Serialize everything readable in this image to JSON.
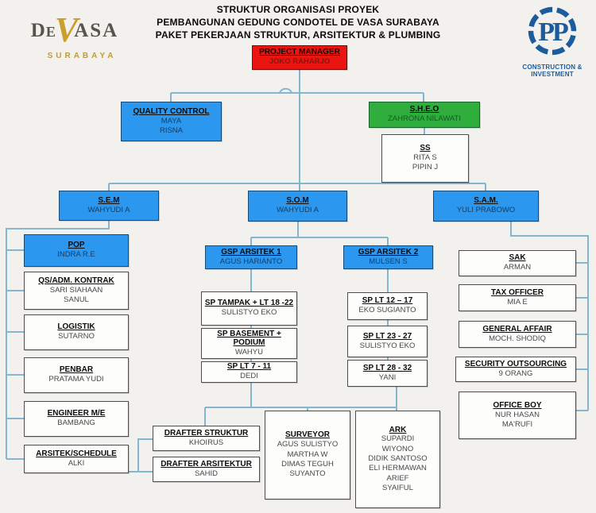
{
  "title": {
    "line1": "STRUKTUR ORGANISASI PROYEK",
    "line2": "PEMBANGUNAN GEDUNG CONDOTEL DE VASA SURABAYA",
    "line3": "PAKET PEKERJAAN STRUKTUR, ARSITEKTUR & PLUMBING"
  },
  "logos": {
    "devasa": {
      "part1": "De",
      "v": "V",
      "part2": "ASA",
      "subtitle": "SURABAYA"
    },
    "pp": {
      "monogram": "PP",
      "subtitle": "CONSTRUCTION & INVESTMENT"
    }
  },
  "colors": {
    "manager_box": "#ea1510",
    "division_box": "#2b97ee",
    "sheo_box": "#2fae3e",
    "connector": "#85b6d0",
    "gold": "#c9a02e",
    "pp_blue": "#1c5c9c"
  },
  "nodes": {
    "pm": {
      "title": "PROJECT MANAGER",
      "names": [
        "JOKO RAHARJO"
      ]
    },
    "qc": {
      "title": "QUALITY CONTROL",
      "names": [
        "MAYA",
        "RISNA"
      ]
    },
    "sheo": {
      "title": "S.H.E.O",
      "names": [
        "ZAHRONA NILAWATI"
      ]
    },
    "ss": {
      "title": "SS",
      "names": [
        "RITA S",
        "PIPIN J"
      ]
    },
    "sem": {
      "title": "S.E.M",
      "names": [
        "WAHYUDI A"
      ]
    },
    "som": {
      "title": "S.O.M",
      "names": [
        "WAHYUDI A"
      ]
    },
    "sam": {
      "title": "S.A.M.",
      "names": [
        "YULI PRABOWO"
      ]
    },
    "pop": {
      "title": "POP",
      "names": [
        "INDRA R.E"
      ]
    },
    "qs": {
      "title": "QS/ADM. KONTRAK",
      "names": [
        "SARI SIAHAAN",
        "SANUL"
      ]
    },
    "logistik": {
      "title": "LOGISTIK",
      "names": [
        "SUTARNO"
      ]
    },
    "penbar": {
      "title": "PENBAR",
      "names": [
        "PRATAMA YUDI"
      ]
    },
    "engineer": {
      "title": "ENGINEER M/E",
      "names": [
        "BAMBANG"
      ]
    },
    "arsitek": {
      "title": "ARSITEK/SCHEDULE",
      "names": [
        "ALKI"
      ]
    },
    "gsp1": {
      "title": "GSP ARSITEK 1",
      "names": [
        "AGUS HARIANTO"
      ]
    },
    "sp_tampak": {
      "title": "SP TAMPAK + LT 18 -22",
      "names": [
        "SULISTYO EKO"
      ]
    },
    "sp_base": {
      "title": "SP BASEMENT + PODIUM",
      "names": [
        "WAHYU"
      ]
    },
    "sp7": {
      "title": "SP LT 7 - 11",
      "names": [
        "DEDI"
      ]
    },
    "gsp2": {
      "title": "GSP ARSITEK 2",
      "names": [
        "MULSEN S"
      ]
    },
    "sp12": {
      "title": "SP LT 12 – 17",
      "names": [
        "EKO SUGIANTO"
      ]
    },
    "sp23": {
      "title": "SP LT 23 - 27",
      "names": [
        "SULISTYO EKO"
      ]
    },
    "sp28": {
      "title": "SP LT 28 - 32",
      "names": [
        "YANI"
      ]
    },
    "sak": {
      "title": "SAK",
      "names": [
        "ARMAN"
      ]
    },
    "tax": {
      "title": "TAX OFFICER",
      "names": [
        "MIA E"
      ]
    },
    "ga": {
      "title": "GENERAL AFFAIR",
      "names": [
        "MOCH. SHODIQ"
      ]
    },
    "security": {
      "title": "SECURITY OUTSOURCING",
      "names": [
        "9 ORANG"
      ]
    },
    "ob": {
      "title": "OFFICE BOY",
      "names": [
        "NUR HASAN",
        "MA'RUFI"
      ]
    },
    "dstruktur": {
      "title": "DRAFTER STRUKTUR",
      "names": [
        "KHOIRUS"
      ]
    },
    "darsitek": {
      "title": "DRAFTER ARSITEKTUR",
      "names": [
        "SAHID"
      ]
    },
    "surveyor": {
      "title": "SURVEYOR",
      "names": [
        "AGUS SULISTYO",
        "MARTHA W",
        "DIMAS TEGUH",
        "SUYANTO"
      ]
    },
    "ark": {
      "title": "ARK",
      "names": [
        "SUPARDI",
        "WIYONO",
        "DIDIK SANTOSO",
        "ELI HERMAWAN",
        "ARIEF",
        "SYAIFUL"
      ]
    }
  }
}
